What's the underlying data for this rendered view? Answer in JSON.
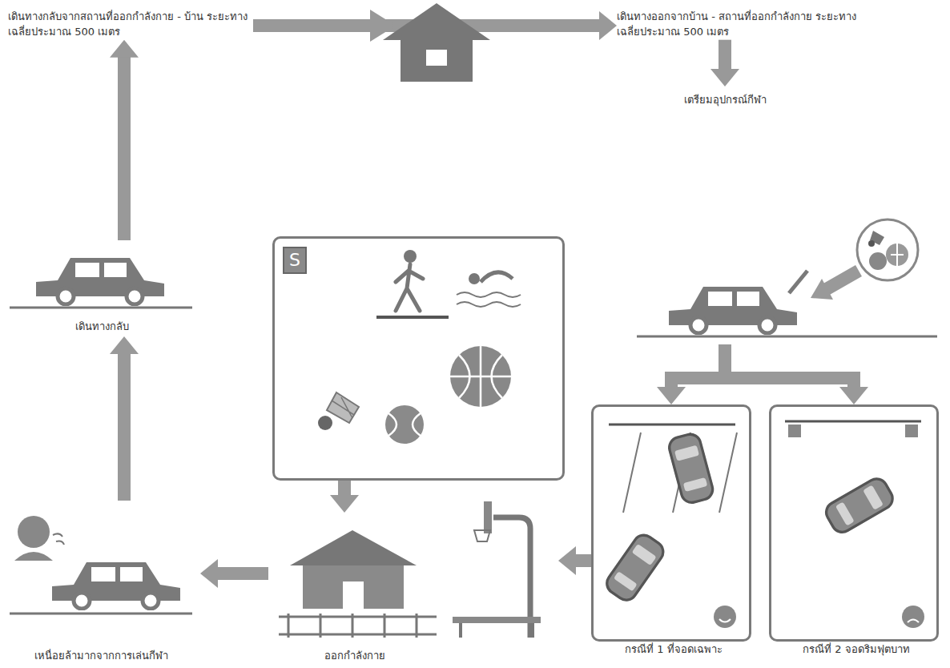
{
  "diagram": {
    "nodes": [
      {
        "text": [
          "เดินทางกลับจากสถานที่ออกกำลังกาย - บ้าน ระยะทางเฉลี่ยประมาณ 500 เมตร"
        ]
      },
      {
        "text": [
          "เดินทางออกจากบ้าน - สถานที่ออกกำลังกาย ระยะทางเฉลี่ยประมาณ 500 เมตร"
        ]
      },
      {
        "text": [
          "เตรียมอุปกรณ์กีฬา"
        ]
      },
      {
        "text": [
          "เดินทางกลับ"
        ]
      },
      {
        "text": [
          "S"
        ]
      },
      {
        "text": [
          "เหนื่อยล้ามากจากการเล่นกีฬา"
        ]
      },
      {
        "text": [
          "ออกกำลังกาย"
        ]
      },
      {
        "text": [
          "กรณีที่ 1 ที่จอดเฉพาะ"
        ]
      },
      {
        "text": [
          "กรณีที่ 2 จอดริมฟุตบาท"
        ]
      }
    ],
    "edges": [
      {
        "from": 0,
        "to": 1,
        "arrow": "to"
      },
      {
        "from": 1,
        "to": 2,
        "arrow": "to"
      },
      {
        "from": 2,
        "to": 7,
        "arrow": "to"
      },
      {
        "from": 2,
        "to": 8,
        "arrow": "to"
      },
      {
        "from": 7,
        "to": 6,
        "arrow": "to"
      },
      {
        "from": 4,
        "to": 6,
        "arrow": "to"
      },
      {
        "from": 6,
        "to": 5,
        "arrow": "to"
      },
      {
        "from": 5,
        "to": 3,
        "arrow": "to"
      },
      {
        "from": 3,
        "to": 0,
        "arrow": "to"
      }
    ]
  }
}
